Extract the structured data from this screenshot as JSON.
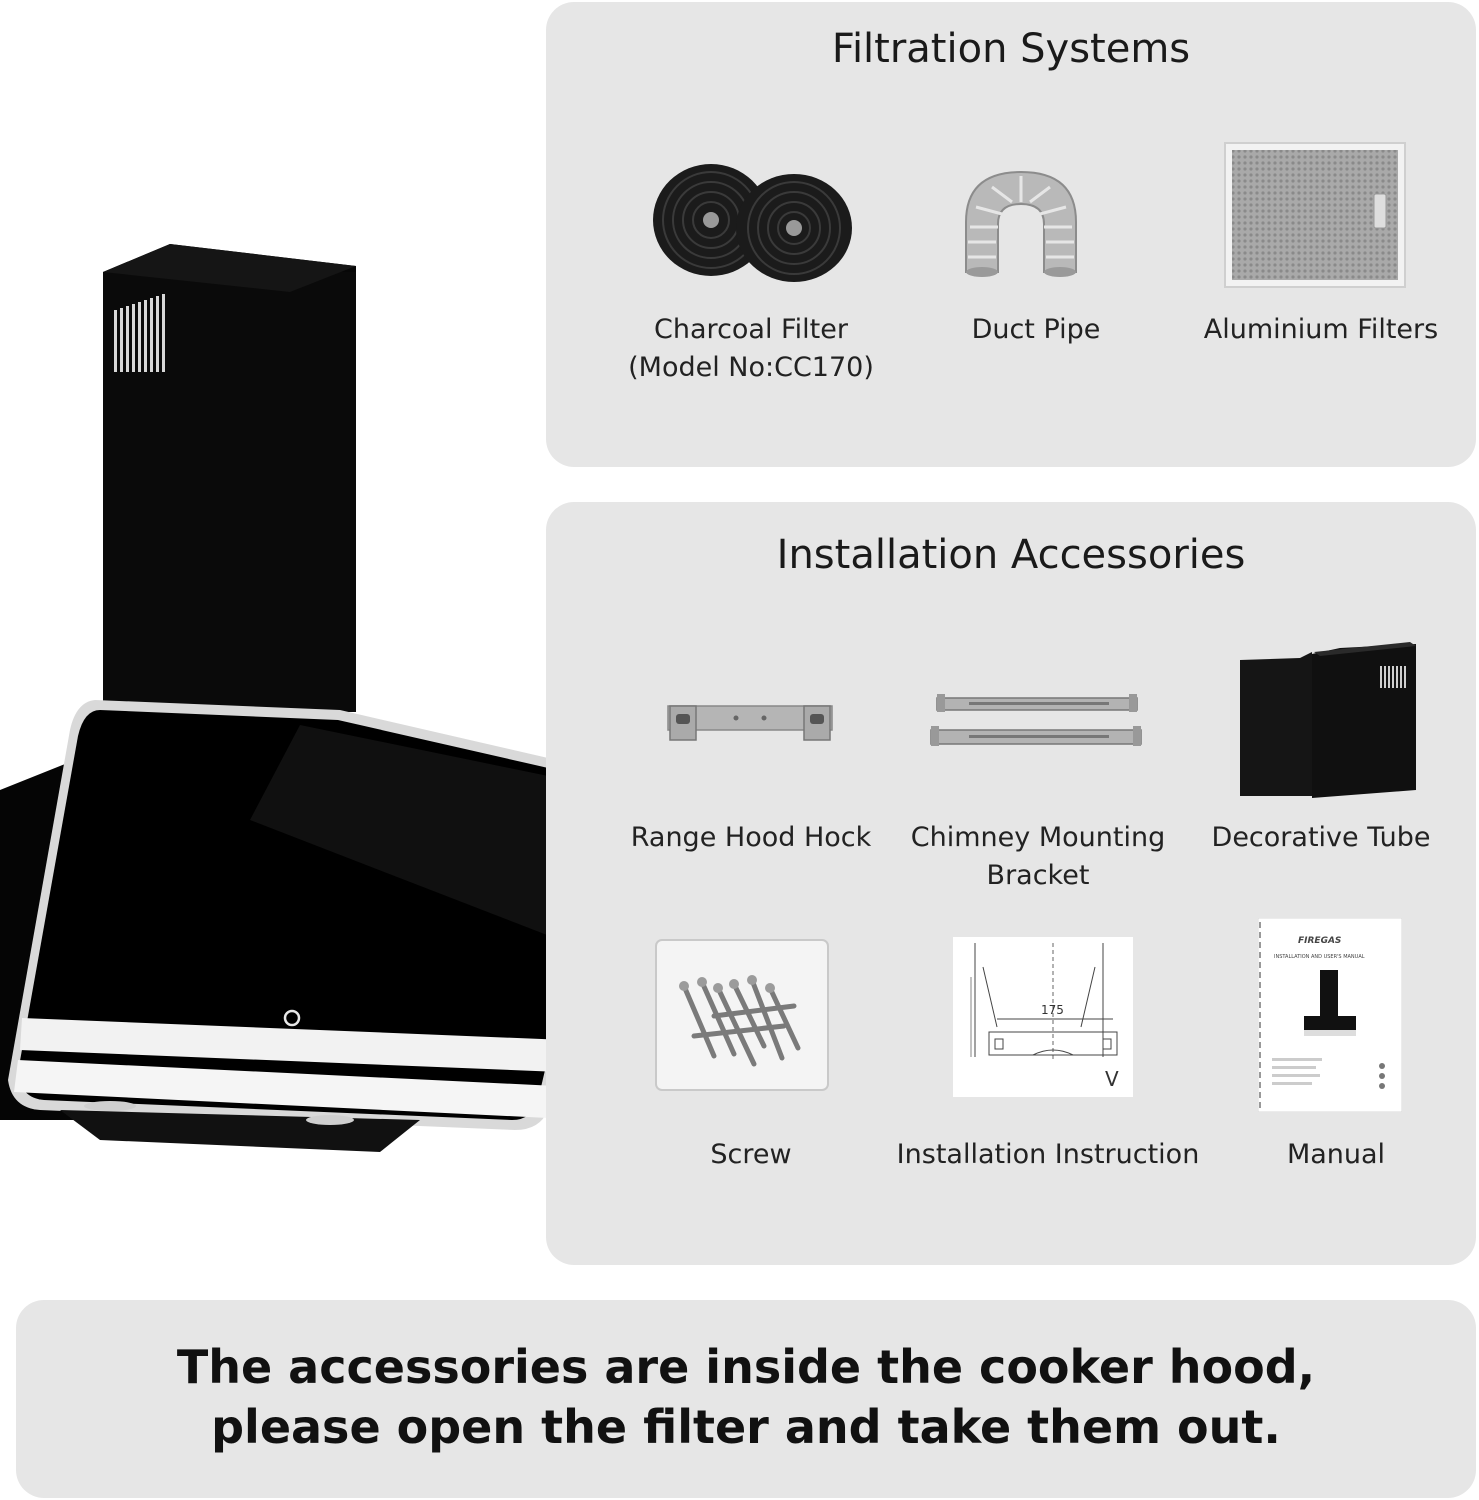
{
  "filtration": {
    "title": "Filtration Systems",
    "items": [
      {
        "label_line1": "Charcoal Filter",
        "label_line2": "(Model No:CC170)",
        "icon": "charcoal-filter-icon"
      },
      {
        "label_line1": "Duct Pipe",
        "icon": "duct-pipe-icon"
      },
      {
        "label_line1": "Aluminium Filters",
        "icon": "aluminium-filter-icon"
      }
    ]
  },
  "accessories": {
    "title": "Installation Accessories",
    "items": [
      {
        "label_line1": "Range Hood Hock",
        "icon": "hood-hook-icon"
      },
      {
        "label_line1": "Chimney Mounting",
        "label_line2": "Bracket",
        "icon": "mounting-bracket-icon"
      },
      {
        "label_line1": "Decorative Tube",
        "icon": "decorative-tube-icon"
      },
      {
        "label_line1": "Screw",
        "icon": "screw-bag-icon"
      },
      {
        "label_line1": "Installation Instruction",
        "icon": "installation-diagram-icon",
        "diagram_dimension": "175",
        "diagram_letter": "V"
      },
      {
        "label_line1": "Manual",
        "icon": "manual-icon",
        "manual_brand": "FIREGAS",
        "manual_title": "INSTALLATION AND USER'S MANUAL"
      }
    ]
  },
  "notice": {
    "line1": "The accessories are inside the cooker hood,",
    "line2": "please open the filter and take them out."
  },
  "colors": {
    "panel_background": "#e6e6e6",
    "hood_body": "#050505"
  }
}
